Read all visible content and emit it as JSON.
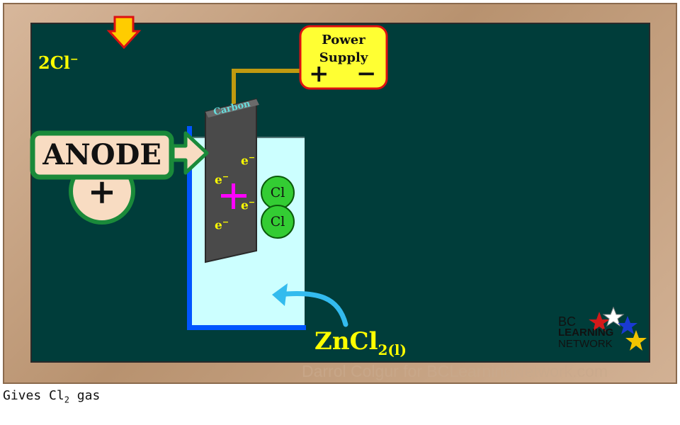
{
  "power_supply": {
    "line1": "Power",
    "line2": "Supply",
    "plus": "+",
    "minus": "−"
  },
  "ion_label": {
    "base": "2Cl",
    "sup": "−"
  },
  "anode": {
    "label": "ANODE",
    "sign": "+"
  },
  "electrode": {
    "label": "Carbon"
  },
  "electrons": [
    "e",
    "e",
    "e",
    "e"
  ],
  "electron_sup": "−",
  "chlorine_atoms": [
    "Cl",
    "Cl"
  ],
  "electrode_charge": "+",
  "electrolyte": {
    "base": "ZnCl",
    "sub": "2(l)"
  },
  "logo": {
    "line1": "BC",
    "line2": "LEARNING",
    "line3": "NETWORK"
  },
  "watermark": "Darrol Colgur for BCLearningNetwork.com",
  "caption": {
    "pre": "Gives Cl",
    "sub": "2",
    "post": " gas"
  },
  "colors": {
    "board": "#003d3a",
    "solution": "#ccffff",
    "beaker": "#0055ff",
    "wire": "#c09a10",
    "power_supply": "#ffff33",
    "anode_green": "#1a8a3a",
    "electron_yellow": "#ffff00",
    "chlorine_green": "#33cc33",
    "charge_magenta": "#ff00ff"
  }
}
